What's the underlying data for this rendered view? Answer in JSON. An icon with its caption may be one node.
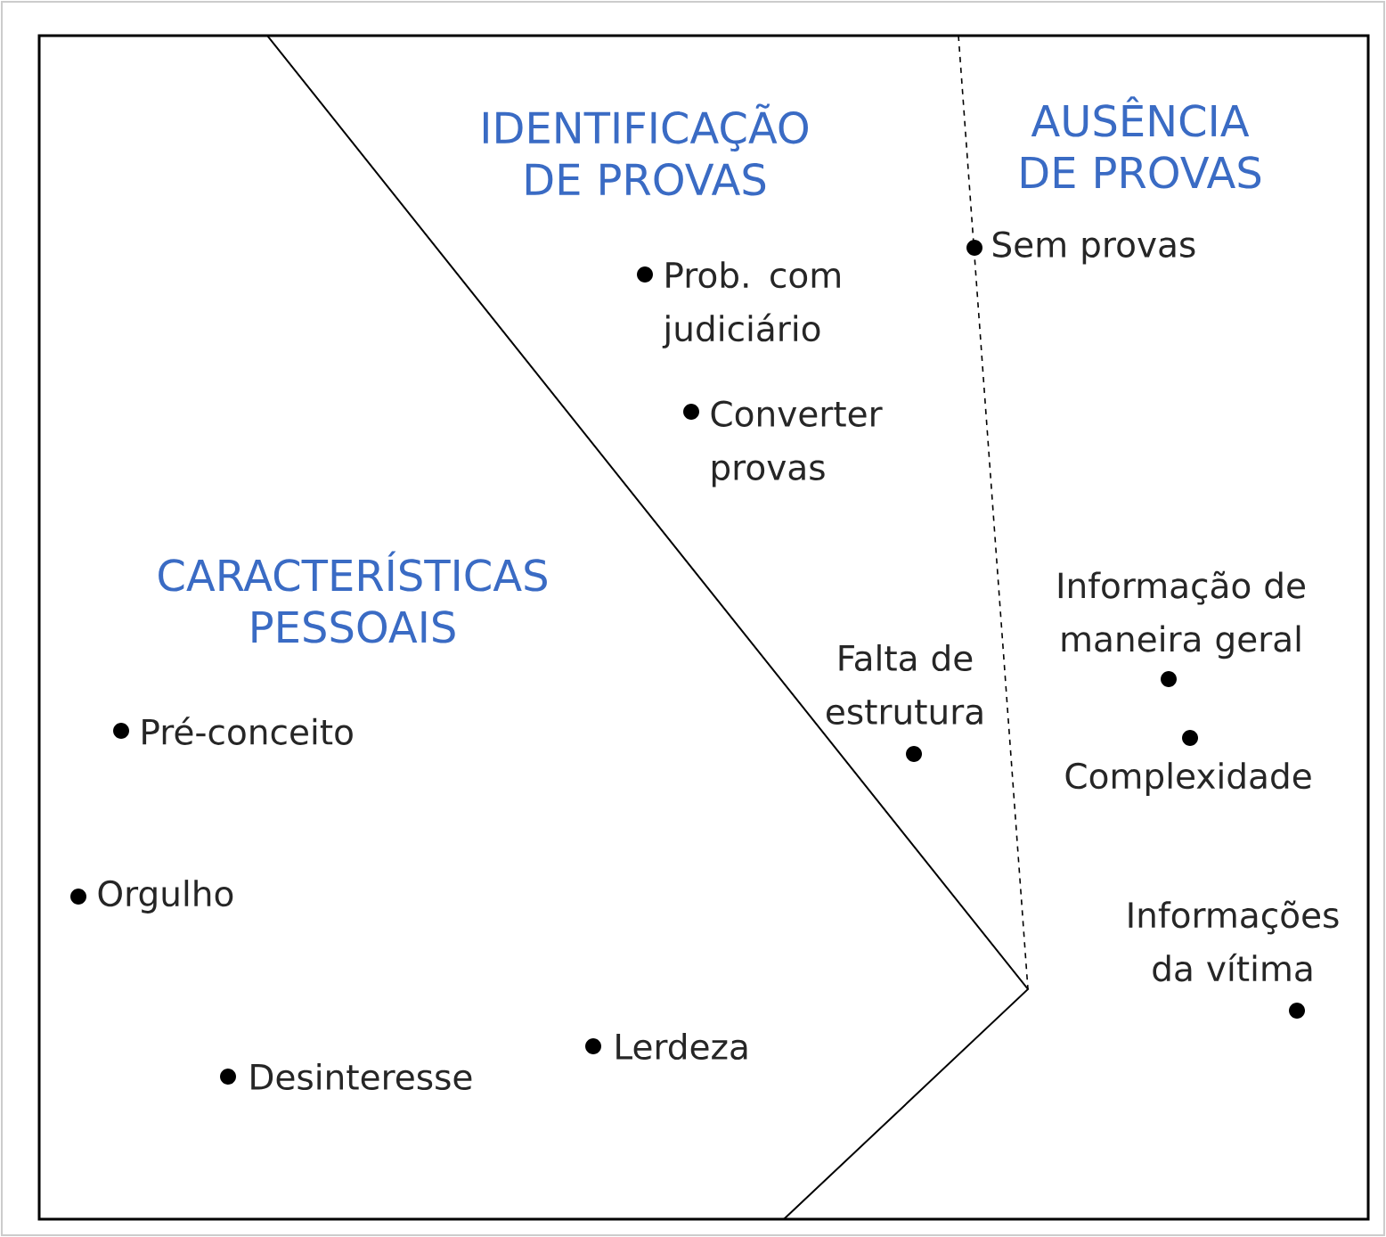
{
  "diagram": {
    "labels": [
      "IDENTIFICAÇÃO DE PROVAS",
      "AUSÊNCIA DE PROVAS",
      "Sem provas",
      "Prob. com judiciário",
      "Converter provas",
      "CARACTERÍSTICAS PESSOAIS",
      "Informação de maneira geral",
      "Falta de estrutura",
      "Pré-conceito",
      "Complexidade",
      "Orgulho",
      "Informações da vítima",
      "Lerdeza",
      "Desinteresse"
    ]
  }
}
